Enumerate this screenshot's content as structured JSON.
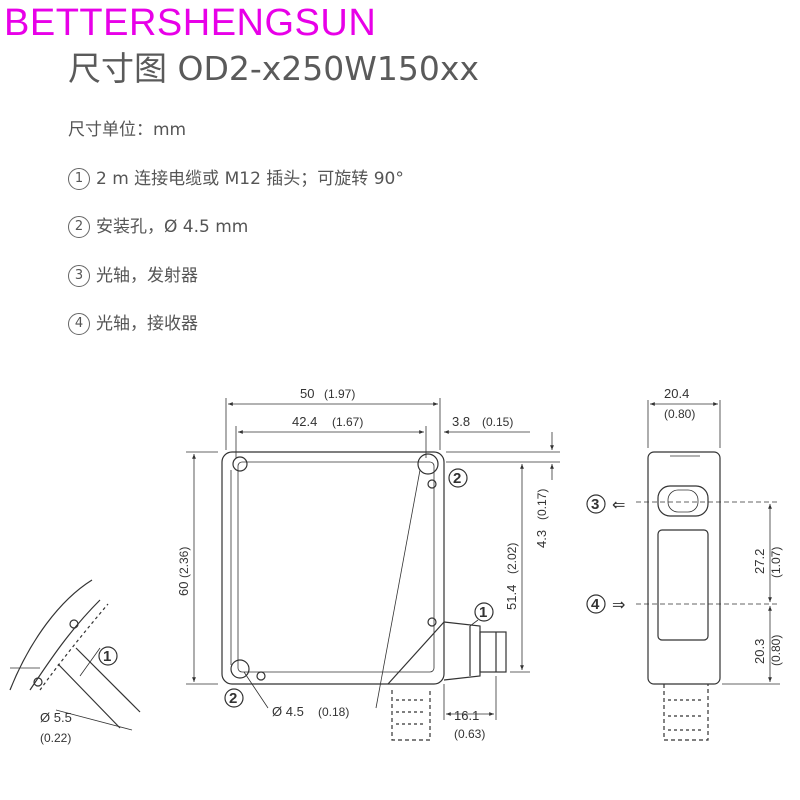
{
  "watermark": "BETTERSHENGSUN",
  "title": "尺寸图 OD2-x250W150xx",
  "notes": {
    "units": "尺寸单位：mm",
    "items": [
      {
        "num": "1",
        "text": "2 m 连接电缆或 M12 插头；可旋转 90°"
      },
      {
        "num": "2",
        "text": "安装孔，Ø 4.5 mm"
      },
      {
        "num": "3",
        "text": "光轴，发射器"
      },
      {
        "num": "4",
        "text": "光轴，接收器"
      }
    ]
  },
  "front_view": {
    "width": "50",
    "width_in": "(1.97)",
    "inner_width": "42.4",
    "inner_width_in": "(1.67)",
    "offset": "3.8",
    "offset_in": "(0.15)",
    "height": "60",
    "height_in": "(2.36)",
    "mid_height": "51.4",
    "mid_height_in": "(2.02)",
    "top_offset": "4.3",
    "top_offset_in": "(0.17)",
    "hole": "Ø 4.5",
    "hole_in": "(0.18)",
    "connector": "16.1",
    "connector_in": "(0.63)",
    "callout_1": "1",
    "callout_2a": "2",
    "callout_2b": "2"
  },
  "detail_view": {
    "cable": "Ø 5.5",
    "cable_in": "(0.22)",
    "callout_1": "1"
  },
  "side_view": {
    "width": "20.4",
    "width_in": "(0.80)",
    "axis_gap": "27.2",
    "axis_gap_in": "(1.07)",
    "bottom": "20.3",
    "bottom_in": "(0.80)",
    "callout_3": "3",
    "callout_4": "4",
    "arrow_left": "⇐",
    "arrow_right": "⇒"
  }
}
